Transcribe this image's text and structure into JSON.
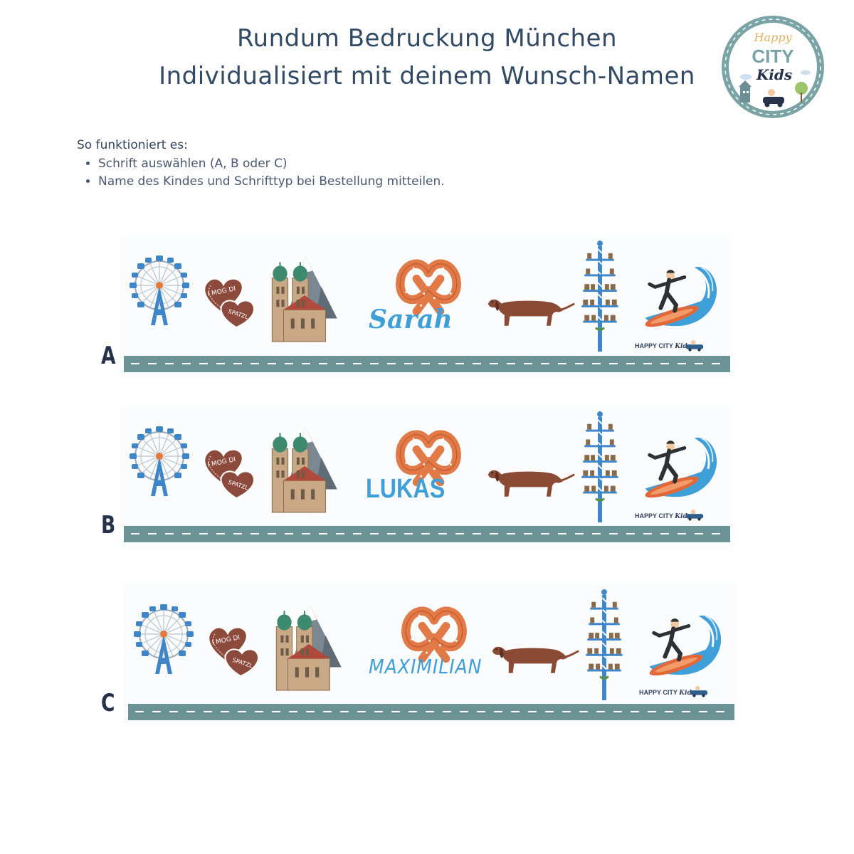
{
  "header": {
    "title_line1": "Rundum Bedruckung München",
    "title_line2": "Individualisiert mit deinem Wunsch-Namen"
  },
  "logo": {
    "line1": "Happy",
    "line2": "CITY",
    "line3": "Kids"
  },
  "instructions": {
    "heading": "So funktioniert es:",
    "steps": [
      "Schrift auswählen (A, B oder C)",
      "Name des Kindes und Schrifttyp bei Bestellung mitteilen."
    ]
  },
  "variants": [
    {
      "letter": "A",
      "name": "Sarah"
    },
    {
      "letter": "B",
      "name": "LUKAS"
    },
    {
      "letter": "C",
      "name": "MAXIMILIAN"
    }
  ],
  "brand_label": {
    "main": "HAPPY CITY",
    "script": "Kids"
  },
  "colors": {
    "title": "#324a66",
    "name": "#3f9fd8",
    "road": "#6c9497",
    "logo_ring": "#7aa3a6"
  },
  "icons": [
    "ferris-wheel-icon",
    "gingerbread-heart-icon",
    "frauenkirche-icon",
    "mountain-icon",
    "pretzel-icon",
    "dachshund-icon",
    "maypole-icon",
    "surfer-icon",
    "car-icon"
  ]
}
